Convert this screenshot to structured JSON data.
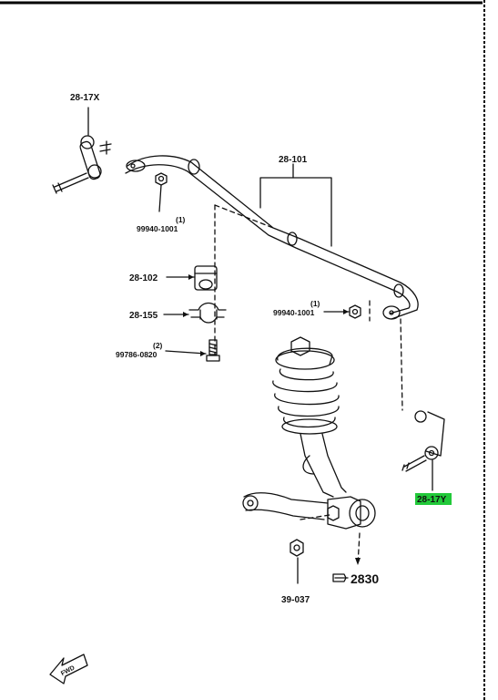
{
  "callouts": {
    "link_left": "28-17X",
    "link_right": "28-17Y",
    "stabilizer_bar": "28-101",
    "bushing": "28-102",
    "bracket": "28-155",
    "nut_left_qty": "(1)",
    "nut_left": "99940-1001",
    "nut_right_qty": "(1)",
    "nut_right": "99940-1001",
    "bolt_qty": "(2)",
    "bolt": "99786-0820",
    "lower_nut": "39-037",
    "ref_section": "2830",
    "fwd_arrow": "FWD"
  },
  "highlight_color": "#22c93a"
}
